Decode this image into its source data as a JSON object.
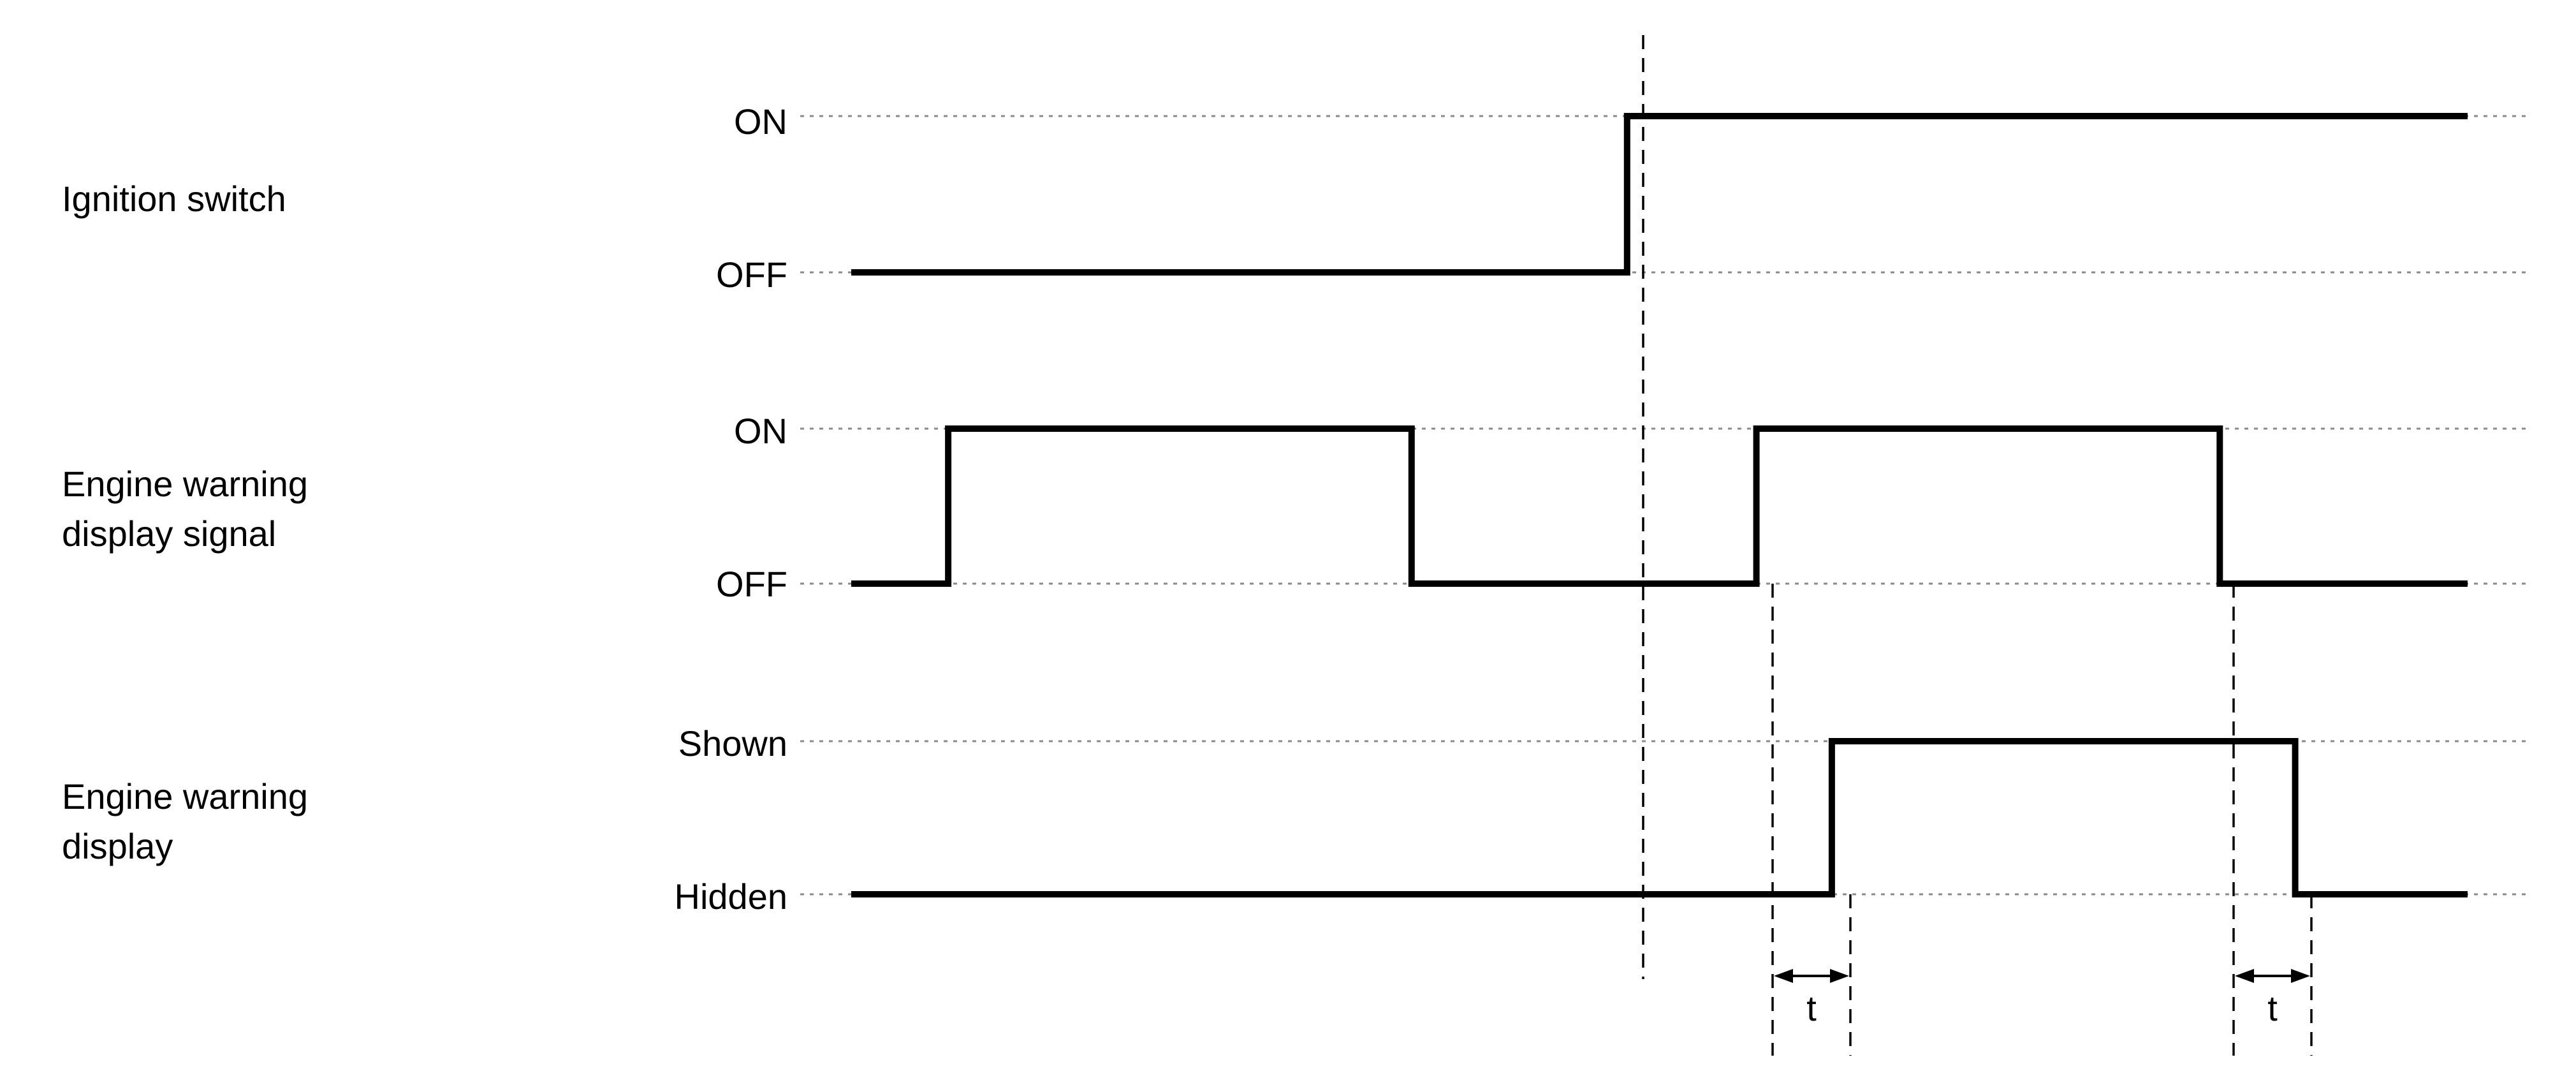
{
  "signals": [
    {
      "title_lines": [
        "Ignition switch"
      ],
      "levels": {
        "high": "ON",
        "low": "OFF"
      },
      "segments": [
        {
          "t": 0,
          "level": "low"
        },
        {
          "t": 7.2,
          "level": "high"
        },
        {
          "t": 15,
          "level": "high"
        }
      ]
    },
    {
      "title_lines": [
        "Engine warning",
        "display signal"
      ],
      "levels": {
        "high": "ON",
        "low": "OFF"
      },
      "segments": [
        {
          "t": 0,
          "level": "low"
        },
        {
          "t": 0.9,
          "level": "high"
        },
        {
          "t": 5.2,
          "level": "low"
        },
        {
          "t": 8.4,
          "level": "high"
        },
        {
          "t": 12.7,
          "level": "low"
        },
        {
          "t": 15,
          "level": "low"
        }
      ]
    },
    {
      "title_lines": [
        "Engine warning",
        "display"
      ],
      "levels": {
        "high": "Shown",
        "low": "Hidden"
      },
      "segments": [
        {
          "t": 0,
          "level": "low"
        },
        {
          "t": 9.1,
          "level": "high"
        },
        {
          "t": 13.4,
          "level": "low"
        },
        {
          "t": 15,
          "level": "low"
        }
      ]
    }
  ],
  "delays": [
    {
      "label": "t",
      "from": 8.4,
      "to": 9.1
    },
    {
      "label": "t",
      "from": 12.7,
      "to": 13.4
    }
  ]
}
